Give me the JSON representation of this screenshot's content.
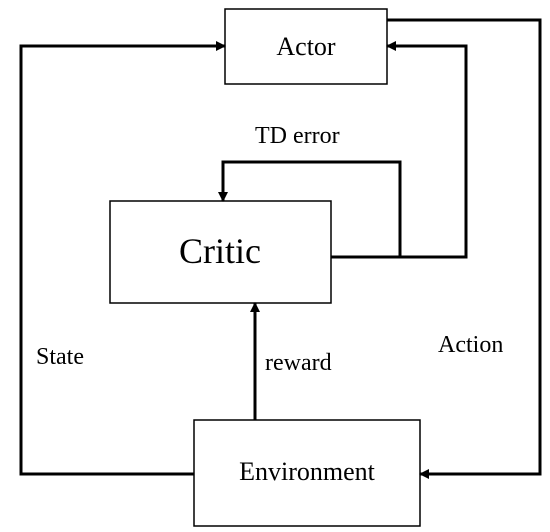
{
  "diagram": {
    "nodes": {
      "actor": {
        "label": "Actor"
      },
      "critic": {
        "label": "Critic"
      },
      "environment": {
        "label": "Environment"
      }
    },
    "edges": {
      "td_error": {
        "label": "TD error",
        "from": "critic",
        "to": "critic_and_actor"
      },
      "reward": {
        "label": "reward",
        "from": "environment",
        "to": "critic"
      },
      "state": {
        "label": "State",
        "from": "environment",
        "to": "actor"
      },
      "action": {
        "label": "Action",
        "from": "actor",
        "to": "environment"
      }
    },
    "colors": {
      "stroke": "#000000",
      "background": "#ffffff"
    }
  }
}
